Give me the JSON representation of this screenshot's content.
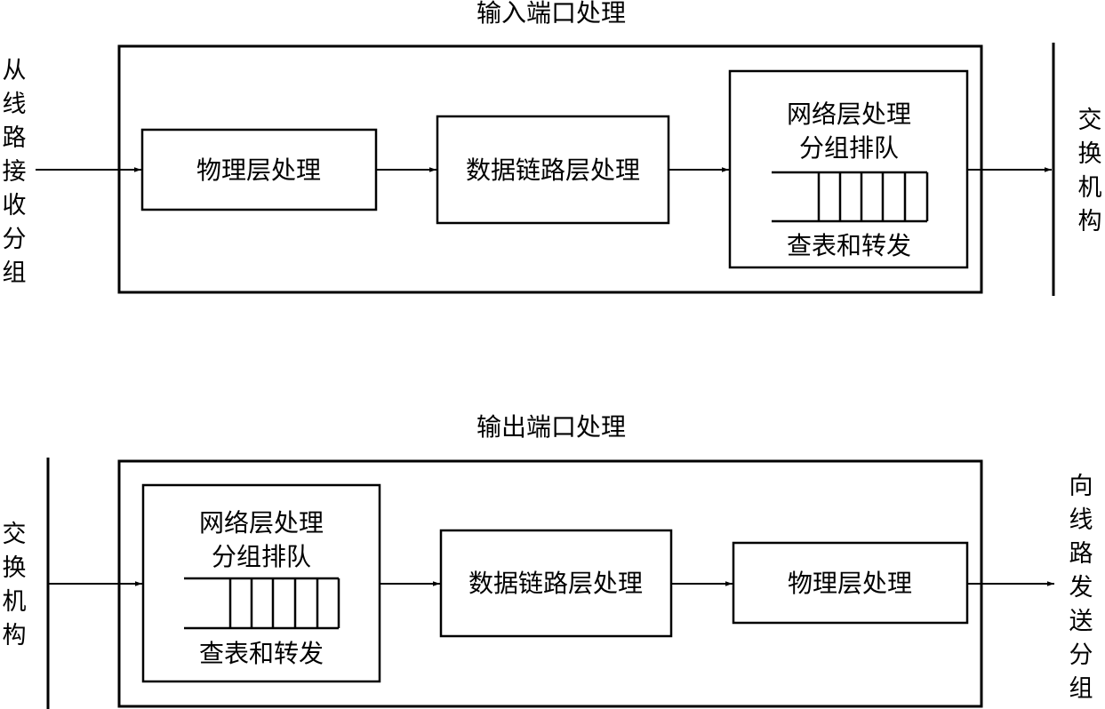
{
  "input_section": {
    "title": "输入端口处理",
    "left_side_chars": [
      "从",
      "线",
      "路",
      "接",
      "收",
      "分",
      "组"
    ],
    "right_side_chars": [
      "交",
      "换",
      "机",
      "构"
    ],
    "box_physical": "物理层处理",
    "box_datalink": "数据链路层处理",
    "box_network_line1": "网络层处理",
    "box_network_line2": "分组排队",
    "box_network_footer": "查表和转发"
  },
  "output_section": {
    "title": "输出端口处理",
    "left_side_chars": [
      "交",
      "换",
      "机",
      "构"
    ],
    "right_side_chars": [
      "向",
      "线",
      "路",
      "发",
      "送",
      "分",
      "组"
    ],
    "box_network_line1": "网络层处理",
    "box_network_line2": "分组排队",
    "box_network_footer": "查表和转发",
    "box_datalink": "数据链路层处理",
    "box_physical": "物理层处理"
  }
}
